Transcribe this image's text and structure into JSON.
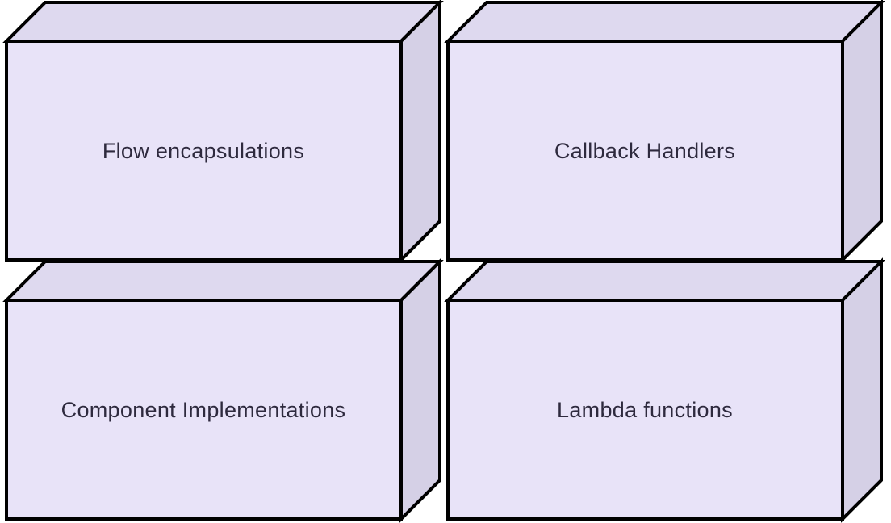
{
  "diagram": {
    "type": "block-diagram",
    "shape_style": "3d-box",
    "background": "#ffffff",
    "colors": {
      "front_face": "#e8e3f8",
      "top_face": "#ded9ef",
      "side_face": "#d5d0e6",
      "outline": "#000000",
      "label_text": "#2e2a3e"
    },
    "nodes": [
      {
        "id": "flow-encapsulations",
        "label": "Flow encapsulations"
      },
      {
        "id": "callback-handlers",
        "label": "Callback Handlers"
      },
      {
        "id": "component-implementations",
        "label": "Component Implementations"
      },
      {
        "id": "lambda-functions",
        "label": "Lambda functions"
      }
    ]
  }
}
